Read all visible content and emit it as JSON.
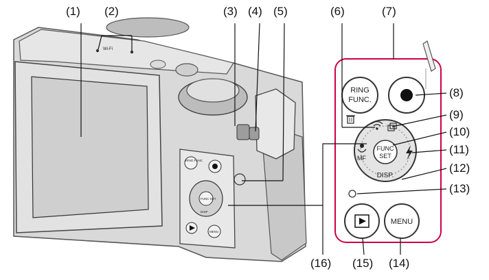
{
  "callouts": {
    "c1": "(1)",
    "c2": "(2)",
    "c3": "(3)",
    "c4": "(4)",
    "c5": "(5)",
    "c6": "(6)",
    "c7": "(7)",
    "c8": "(8)",
    "c9": "(9)",
    "c10": "(10)",
    "c11": "(11)",
    "c12": "(12)",
    "c13": "(13)",
    "c14": "(14)",
    "c15": "(15)",
    "c16": "(16)"
  },
  "camera": {
    "top_label": "Wi-Fi",
    "ring_func_small": "RING FUNC",
    "func_set_small": "FUNC SET",
    "disp_small": "DISP",
    "menu_small": "MENU"
  },
  "controls": {
    "ring_func_line1": "RING",
    "ring_func_line2": "FUNC.",
    "func_line1": "FUNC",
    "func_line2": "SET",
    "disp": "DISP.",
    "mf": "MF",
    "menu": "MENU"
  },
  "icons": {
    "trash": "trash-icon",
    "wifi": "wifi-icon",
    "continuous": "continuous-shooting-icon",
    "flash": "flash-icon",
    "macro": "macro-flower-icon",
    "record": "movie-record-icon",
    "play": "playback-icon",
    "lamp": "indicator-lamp-icon"
  },
  "colors": {
    "line": "#cc0044",
    "camera_body": "#d4d4d4",
    "screen": "#cfcfcf",
    "text": "#111111"
  }
}
